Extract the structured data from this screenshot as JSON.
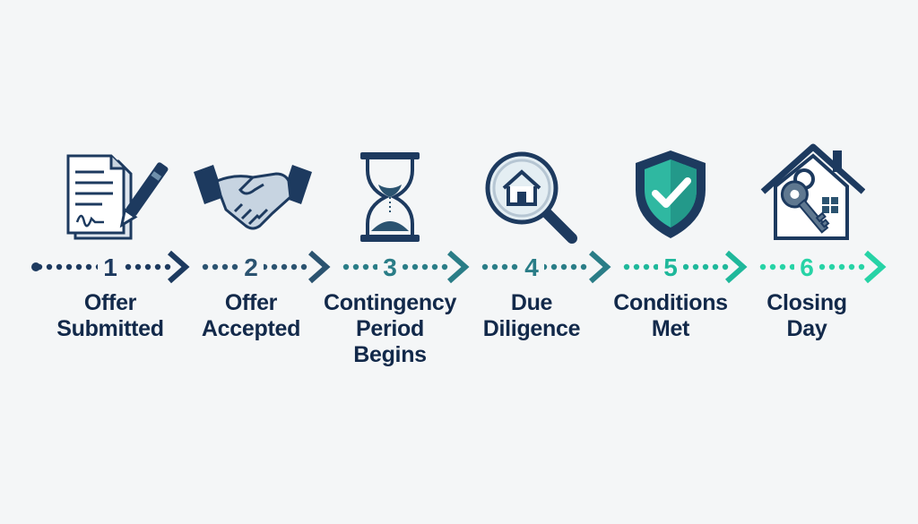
{
  "steps": [
    {
      "number": "1",
      "label_lines": [
        "Offer",
        "Submitted"
      ],
      "icon": "contract-pen-icon"
    },
    {
      "number": "2",
      "label_lines": [
        "Offer",
        "Accepted"
      ],
      "icon": "handshake-icon"
    },
    {
      "number": "3",
      "label_lines": [
        "Contingency",
        "Period",
        "Begins"
      ],
      "icon": "hourglass-icon"
    },
    {
      "number": "4",
      "label_lines": [
        "Due",
        "Diligence"
      ],
      "icon": "house-magnifier-icon"
    },
    {
      "number": "5",
      "label_lines": [
        "Conditions",
        "Met"
      ],
      "icon": "shield-check-icon"
    },
    {
      "number": "6",
      "label_lines": [
        "Closing",
        "Day"
      ],
      "icon": "house-key-icon"
    }
  ],
  "colors": {
    "navy": "#1d3a5f",
    "slate": "#2b5370",
    "teal": "#2a7d87",
    "mint": "#1fb89b",
    "mint_light": "#27d3a6",
    "label_text": "#12294a",
    "background": "#f4f6f7"
  }
}
